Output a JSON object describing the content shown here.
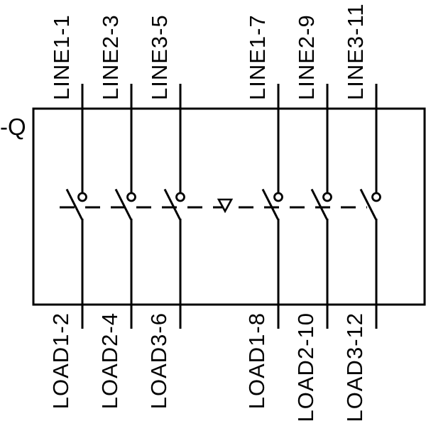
{
  "diagram": {
    "type": "electrical-schematic",
    "device_label": "-Q",
    "poles": [
      {
        "line_label": "LINE1-1",
        "load_label": "LOAD1-2"
      },
      {
        "line_label": "LINE2-3",
        "load_label": "LOAD2-4"
      },
      {
        "line_label": "LINE3-5",
        "load_label": "LOAD3-6"
      },
      {
        "line_label": "LINE1-7",
        "load_label": "LOAD1-8"
      },
      {
        "line_label": "LINE2-9",
        "load_label": "LOAD2-10"
      },
      {
        "line_label": "LINE3-11",
        "load_label": "LOAD3-12"
      }
    ],
    "icons": {
      "contact": "open-circle-contact-icon",
      "linkage_indicator": "open-down-triangle-icon"
    },
    "colors": {
      "stroke": "#000000",
      "background": "#ffffff"
    }
  }
}
